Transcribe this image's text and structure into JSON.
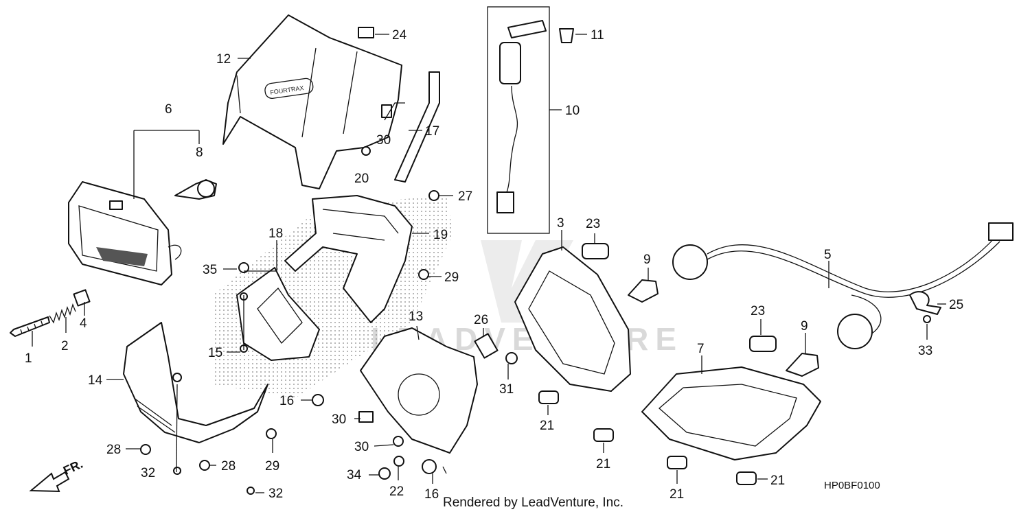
{
  "diagram": {
    "reference_code": "HP0BF0100",
    "credit": "Rendered by LeadVenture, Inc.",
    "watermark": "LEADVENTURE",
    "front_arrow_label": "FR.",
    "cover_logo_text": "FOURTRAX",
    "callouts": [
      {
        "id": "c1",
        "label": "1"
      },
      {
        "id": "c2",
        "label": "2"
      },
      {
        "id": "c3",
        "label": "3"
      },
      {
        "id": "c4",
        "label": "4"
      },
      {
        "id": "c5",
        "label": "5"
      },
      {
        "id": "c6",
        "label": "6"
      },
      {
        "id": "c7",
        "label": "7"
      },
      {
        "id": "c8",
        "label": "8"
      },
      {
        "id": "c9a",
        "label": "9"
      },
      {
        "id": "c9b",
        "label": "9"
      },
      {
        "id": "c10",
        "label": "10"
      },
      {
        "id": "c11",
        "label": "11"
      },
      {
        "id": "c12",
        "label": "12"
      },
      {
        "id": "c13",
        "label": "13"
      },
      {
        "id": "c14",
        "label": "14"
      },
      {
        "id": "c15",
        "label": "15"
      },
      {
        "id": "c16a",
        "label": "16"
      },
      {
        "id": "c16b",
        "label": "16"
      },
      {
        "id": "c17",
        "label": "17"
      },
      {
        "id": "c18",
        "label": "18"
      },
      {
        "id": "c19",
        "label": "19"
      },
      {
        "id": "c20",
        "label": "20"
      },
      {
        "id": "c21a",
        "label": "21"
      },
      {
        "id": "c21b",
        "label": "21"
      },
      {
        "id": "c21c",
        "label": "21"
      },
      {
        "id": "c21d",
        "label": "21"
      },
      {
        "id": "c22",
        "label": "22"
      },
      {
        "id": "c23a",
        "label": "23"
      },
      {
        "id": "c23b",
        "label": "23"
      },
      {
        "id": "c24",
        "label": "24"
      },
      {
        "id": "c25",
        "label": "25"
      },
      {
        "id": "c26",
        "label": "26"
      },
      {
        "id": "c27",
        "label": "27"
      },
      {
        "id": "c28a",
        "label": "28"
      },
      {
        "id": "c28b",
        "label": "28"
      },
      {
        "id": "c29a",
        "label": "29"
      },
      {
        "id": "c29b",
        "label": "29"
      },
      {
        "id": "c30a",
        "label": "30"
      },
      {
        "id": "c30b",
        "label": "30"
      },
      {
        "id": "c30c",
        "label": "30"
      },
      {
        "id": "c31",
        "label": "31"
      },
      {
        "id": "c32a",
        "label": "32"
      },
      {
        "id": "c32b",
        "label": "32"
      },
      {
        "id": "c33",
        "label": "33"
      },
      {
        "id": "c34",
        "label": "34"
      },
      {
        "id": "c35",
        "label": "35"
      }
    ]
  }
}
